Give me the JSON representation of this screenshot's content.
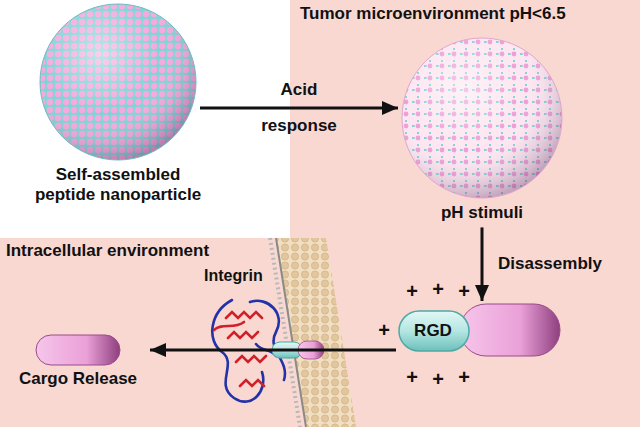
{
  "diagram": {
    "nodes": [
      {
        "text": [
          "Self-assembled peptide nanoparticle"
        ]
      },
      {
        "text": [
          "pH stimuli"
        ]
      },
      {
        "text": [
          "RGD"
        ]
      },
      {
        "text": [
          "Cargo Release"
        ]
      }
    ],
    "edges": [
      {
        "from": 0,
        "to": 1,
        "arrow": "to",
        "label": "Acid response"
      },
      {
        "from": 1,
        "to": 2,
        "arrow": "to",
        "label": "Disassembly"
      },
      {
        "from": 2,
        "to": 3,
        "arrow": "to"
      }
    ],
    "labels": [
      "Tumor microenvironment pH<6.5",
      "Intracellular environment",
      "Integrin",
      "+",
      "+",
      "+",
      "+",
      "+",
      "+",
      "+"
    ]
  }
}
